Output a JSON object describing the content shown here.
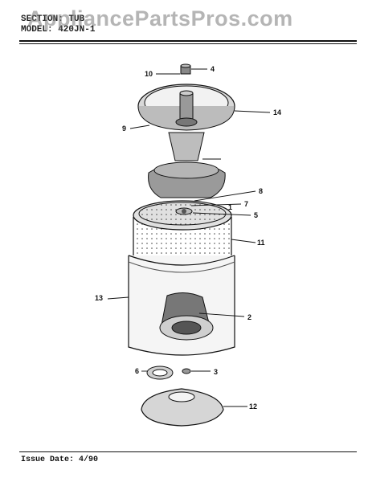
{
  "header": {
    "section_line": "SECTION: TUB",
    "model_line": "MODEL: 420JN-1",
    "watermark": "AppliancePartsPros.com"
  },
  "footer": {
    "issue_date": "Issue Date: 4/90"
  },
  "callouts": [
    "1",
    "2",
    "3",
    "4",
    "5",
    "6",
    "7",
    "8",
    "9",
    "10",
    "11",
    "12",
    "13",
    "14"
  ]
}
